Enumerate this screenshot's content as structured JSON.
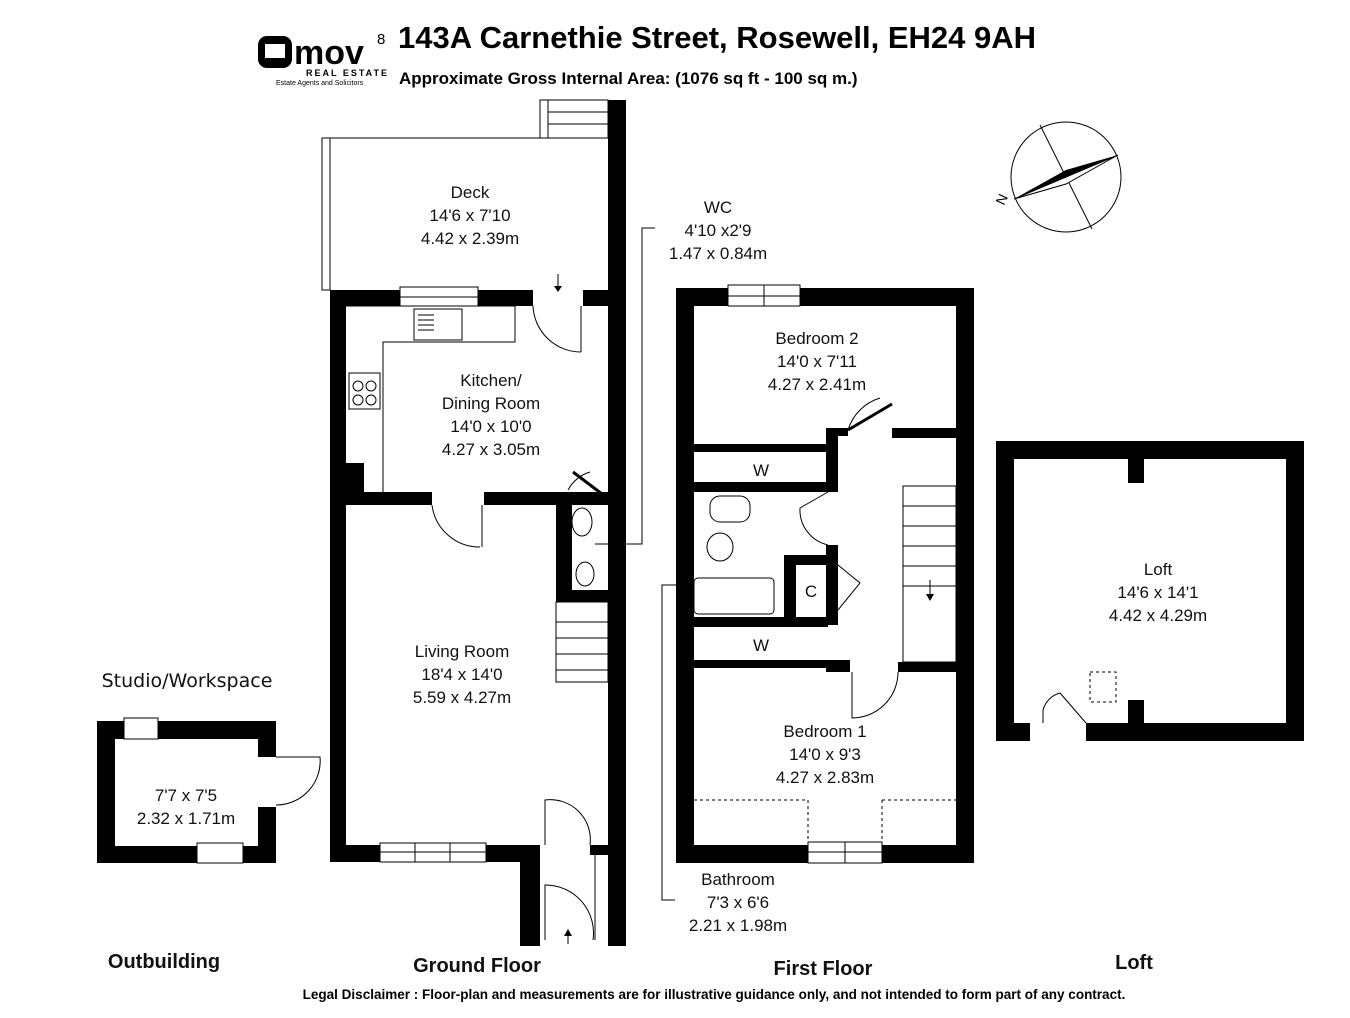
{
  "brand": {
    "logo_text": "mov",
    "logo_superscript": "8",
    "tagline": "REAL ESTATE",
    "subtag": "Estate Agents and Solicitors"
  },
  "header": {
    "title": "143A Carnethie Street, Rosewell, EH24 9AH",
    "subtitle": "Approximate Gross Internal Area: (1076 sq ft - 100 sq m.)"
  },
  "compass": {
    "label": "N"
  },
  "rooms": {
    "deck": {
      "name": "Deck",
      "imperial": "14'6 x 7'10",
      "metric": "4.42 x 2.39m"
    },
    "wc": {
      "name": "WC",
      "imperial": "4'10 x2'9",
      "metric": "1.47 x 0.84m"
    },
    "kitchen": {
      "name1": "Kitchen/",
      "name2": "Dining Room",
      "imperial": "14'0 x 10'0",
      "metric": "4.27 x 3.05m"
    },
    "living": {
      "name": "Living Room",
      "imperial": "18'4 x 14'0",
      "metric": "5.59 x 4.27m"
    },
    "bedroom2": {
      "name": "Bedroom 2",
      "imperial": "14'0 x 7'11",
      "metric": "4.27 x 2.41m"
    },
    "bedroom1": {
      "name": "Bedroom 1",
      "imperial": "14'0 x 9'3",
      "metric": "4.27 x 2.83m"
    },
    "bathroom": {
      "name": "Bathroom",
      "imperial": "7'3 x 6'6",
      "metric": "2.21 x 1.98m"
    },
    "wardrobe_top": {
      "name": "W"
    },
    "wardrobe_bottom": {
      "name": "W"
    },
    "cupboard": {
      "name": "C"
    },
    "loft": {
      "name": "Loft",
      "imperial": "14'6 x 14'1",
      "metric": "4.42 x 4.29m"
    },
    "studio": {
      "name": "Studio/Workspace",
      "imperial": "7'7 x 7'5",
      "metric": "2.32 x 1.71m"
    }
  },
  "floors": {
    "outbuilding": "Outbuilding",
    "ground": "Ground Floor",
    "first": "First Floor",
    "loft": "Loft"
  },
  "disclaimer": "Legal Disclaimer : Floor-plan and measurements are for illustrative guidance only, and not intended to form part of any contract."
}
